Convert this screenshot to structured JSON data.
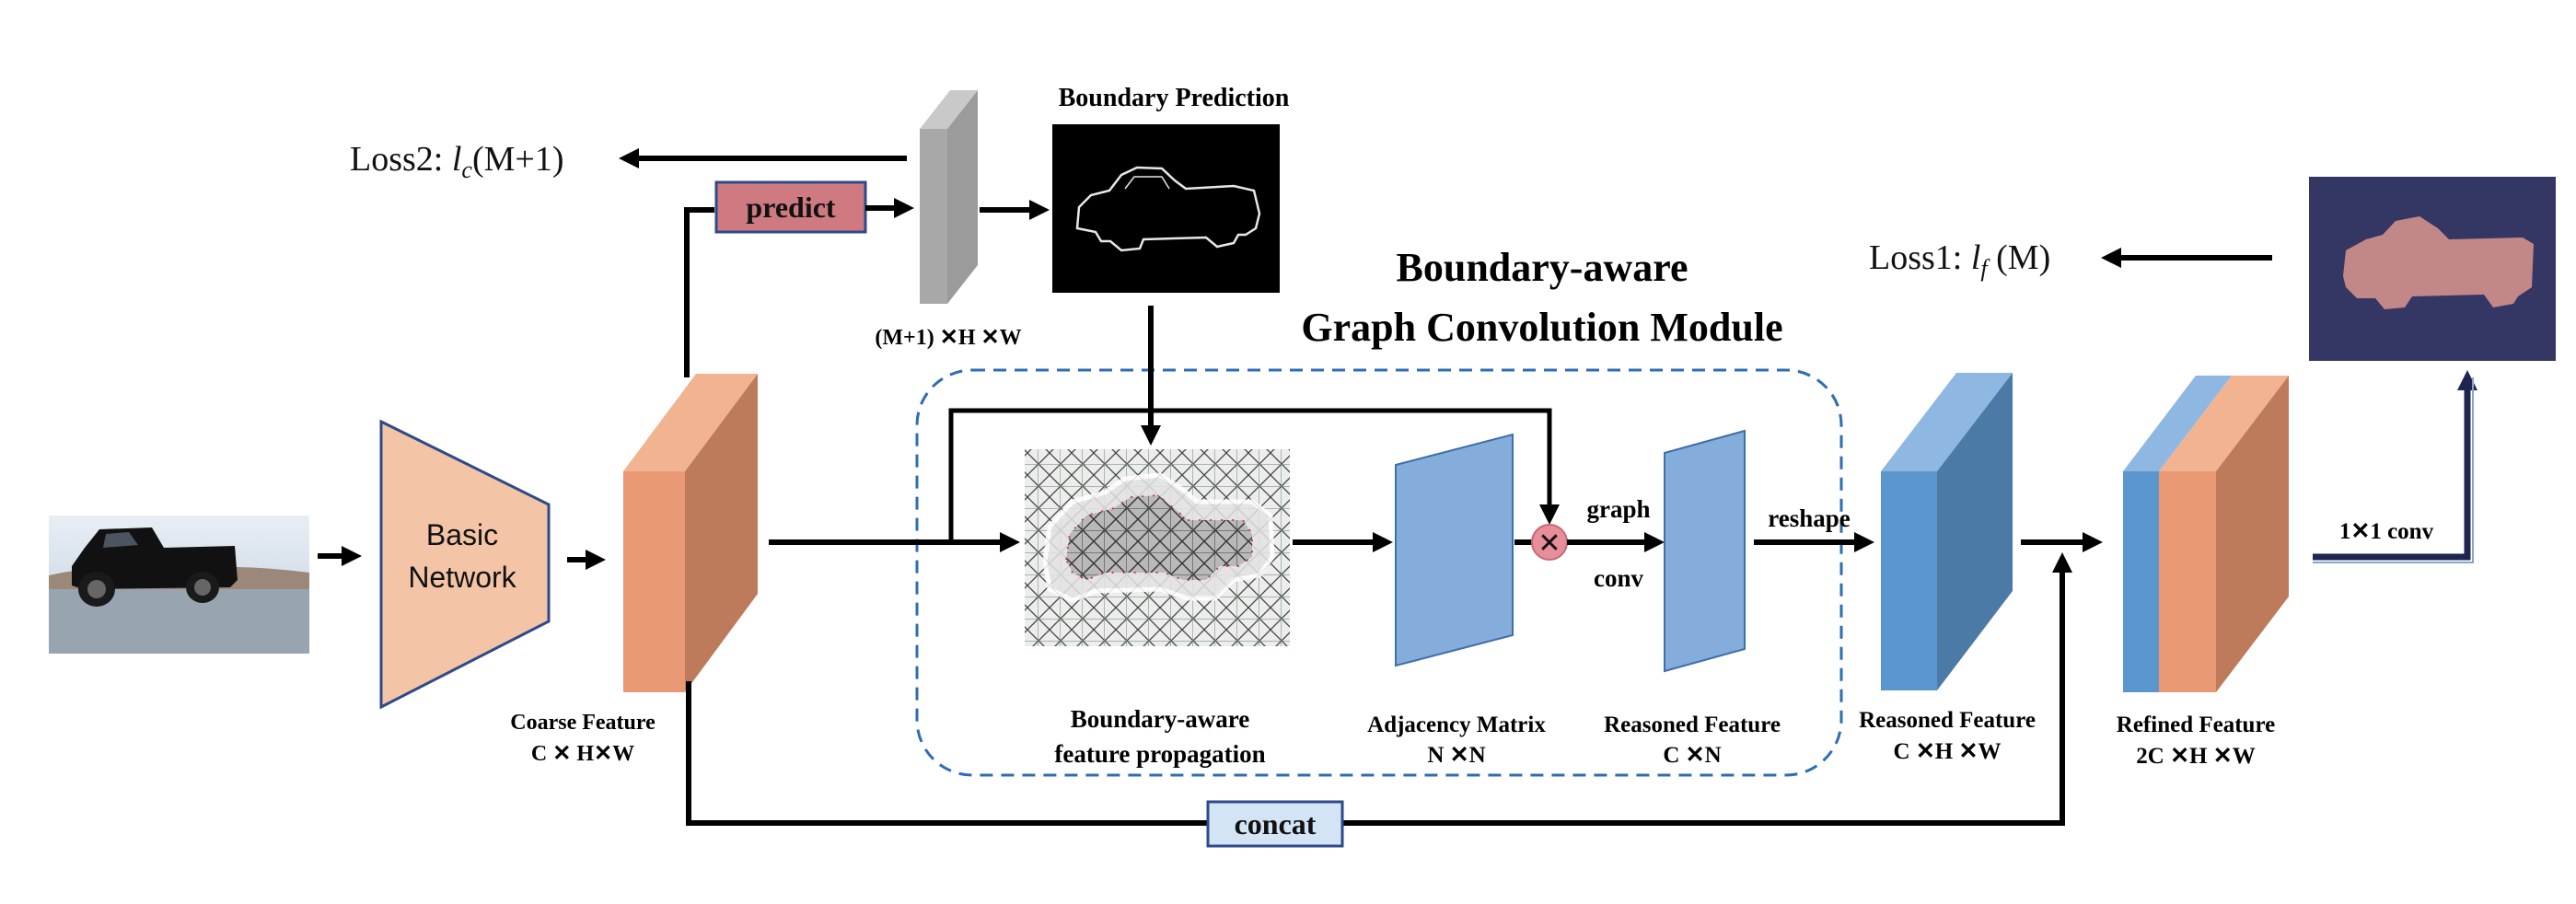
{
  "title": {
    "line1": "Boundary-aware",
    "line2": "Graph Convolution Module"
  },
  "input_image": {
    "description_icon": "pickup-truck-photo-icon"
  },
  "basic_network": {
    "line1": "Basic",
    "line2": "Network"
  },
  "coarse_feature": {
    "label": "Coarse Feature",
    "dims": "C ✕ H✕W"
  },
  "predict": {
    "label": "predict"
  },
  "boundary_map": {
    "dims": "(M+1) ✕H ✕W"
  },
  "boundary_prediction": {
    "label": "Boundary Prediction"
  },
  "loss2": {
    "prefix": "Loss2: ",
    "symbol": "l",
    "subscript": "c",
    "suffix": "(M+1)"
  },
  "loss1": {
    "prefix": "Loss1: ",
    "symbol": "l",
    "subscript": "f",
    "suffix": " (M)"
  },
  "propagation": {
    "line1": "Boundary-aware",
    "line2": "feature propagation"
  },
  "adjacency": {
    "line1": "Adjacency Matrix",
    "line2": "N ✕N"
  },
  "graph_conv": {
    "line1": "graph",
    "line2": "conv"
  },
  "reasoned_inner": {
    "line1": "Reasoned Feature",
    "line2": "C ✕N"
  },
  "reshape": {
    "label": "reshape"
  },
  "reasoned_outer": {
    "line1": "Reasoned Feature",
    "line2": "C ✕H ✕W"
  },
  "refined": {
    "line1": "Refined Feature",
    "line2": "2C ✕H ✕W"
  },
  "conv1x1": {
    "label": "1✕1 conv"
  },
  "concat": {
    "label": "concat"
  },
  "multiply": {
    "symbol": "✕"
  },
  "colors": {
    "orange_front": "#E99A74",
    "orange_side": "#BD7B5C",
    "orange_top": "#F2B390",
    "blue_front": "#5B96CF",
    "blue_side": "#4C7AA6",
    "blue_top": "#8EB8E2",
    "light_blue": "#85ADDB",
    "predict_fill": "#CF7A80",
    "concat_fill": "#D3E4F5",
    "navy": "#343664",
    "dashed_border": "#2E6DB3"
  }
}
